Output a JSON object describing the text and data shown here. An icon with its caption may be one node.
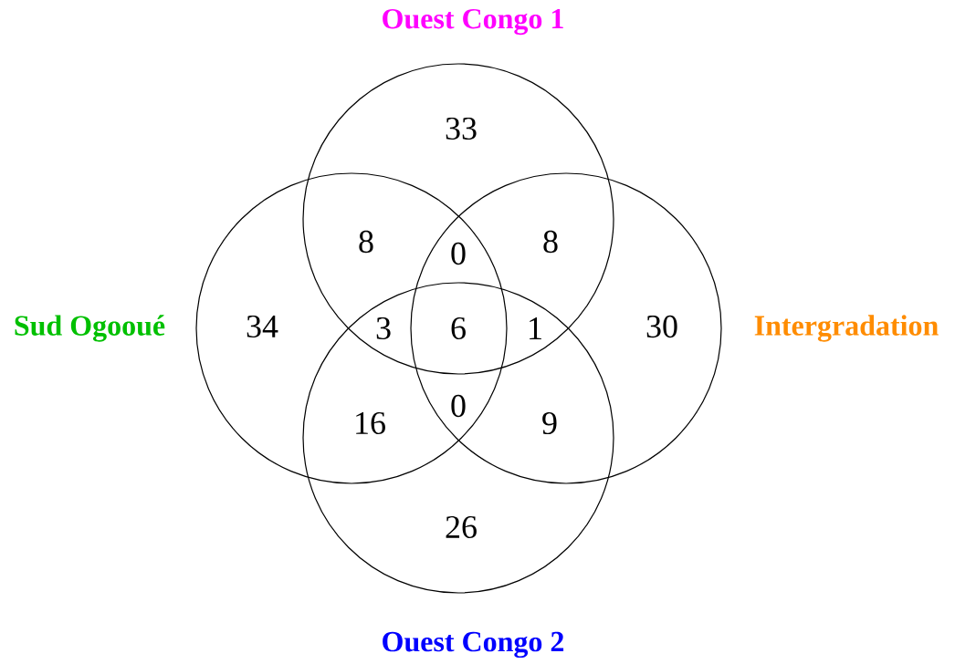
{
  "diagram": {
    "nodes": [
      {
        "text": [
          "Ouest Congo 1"
        ]
      },
      {
        "text": [
          "Sud Ogooué"
        ]
      },
      {
        "text": [
          "Intergradation"
        ]
      },
      {
        "text": [
          "Ouest Congo 2"
        ]
      }
    ],
    "labels": [
      "33",
      "8",
      "0",
      "8",
      "34",
      "3",
      "6",
      "1",
      "30",
      "16",
      "0",
      "9",
      "26"
    ]
  }
}
